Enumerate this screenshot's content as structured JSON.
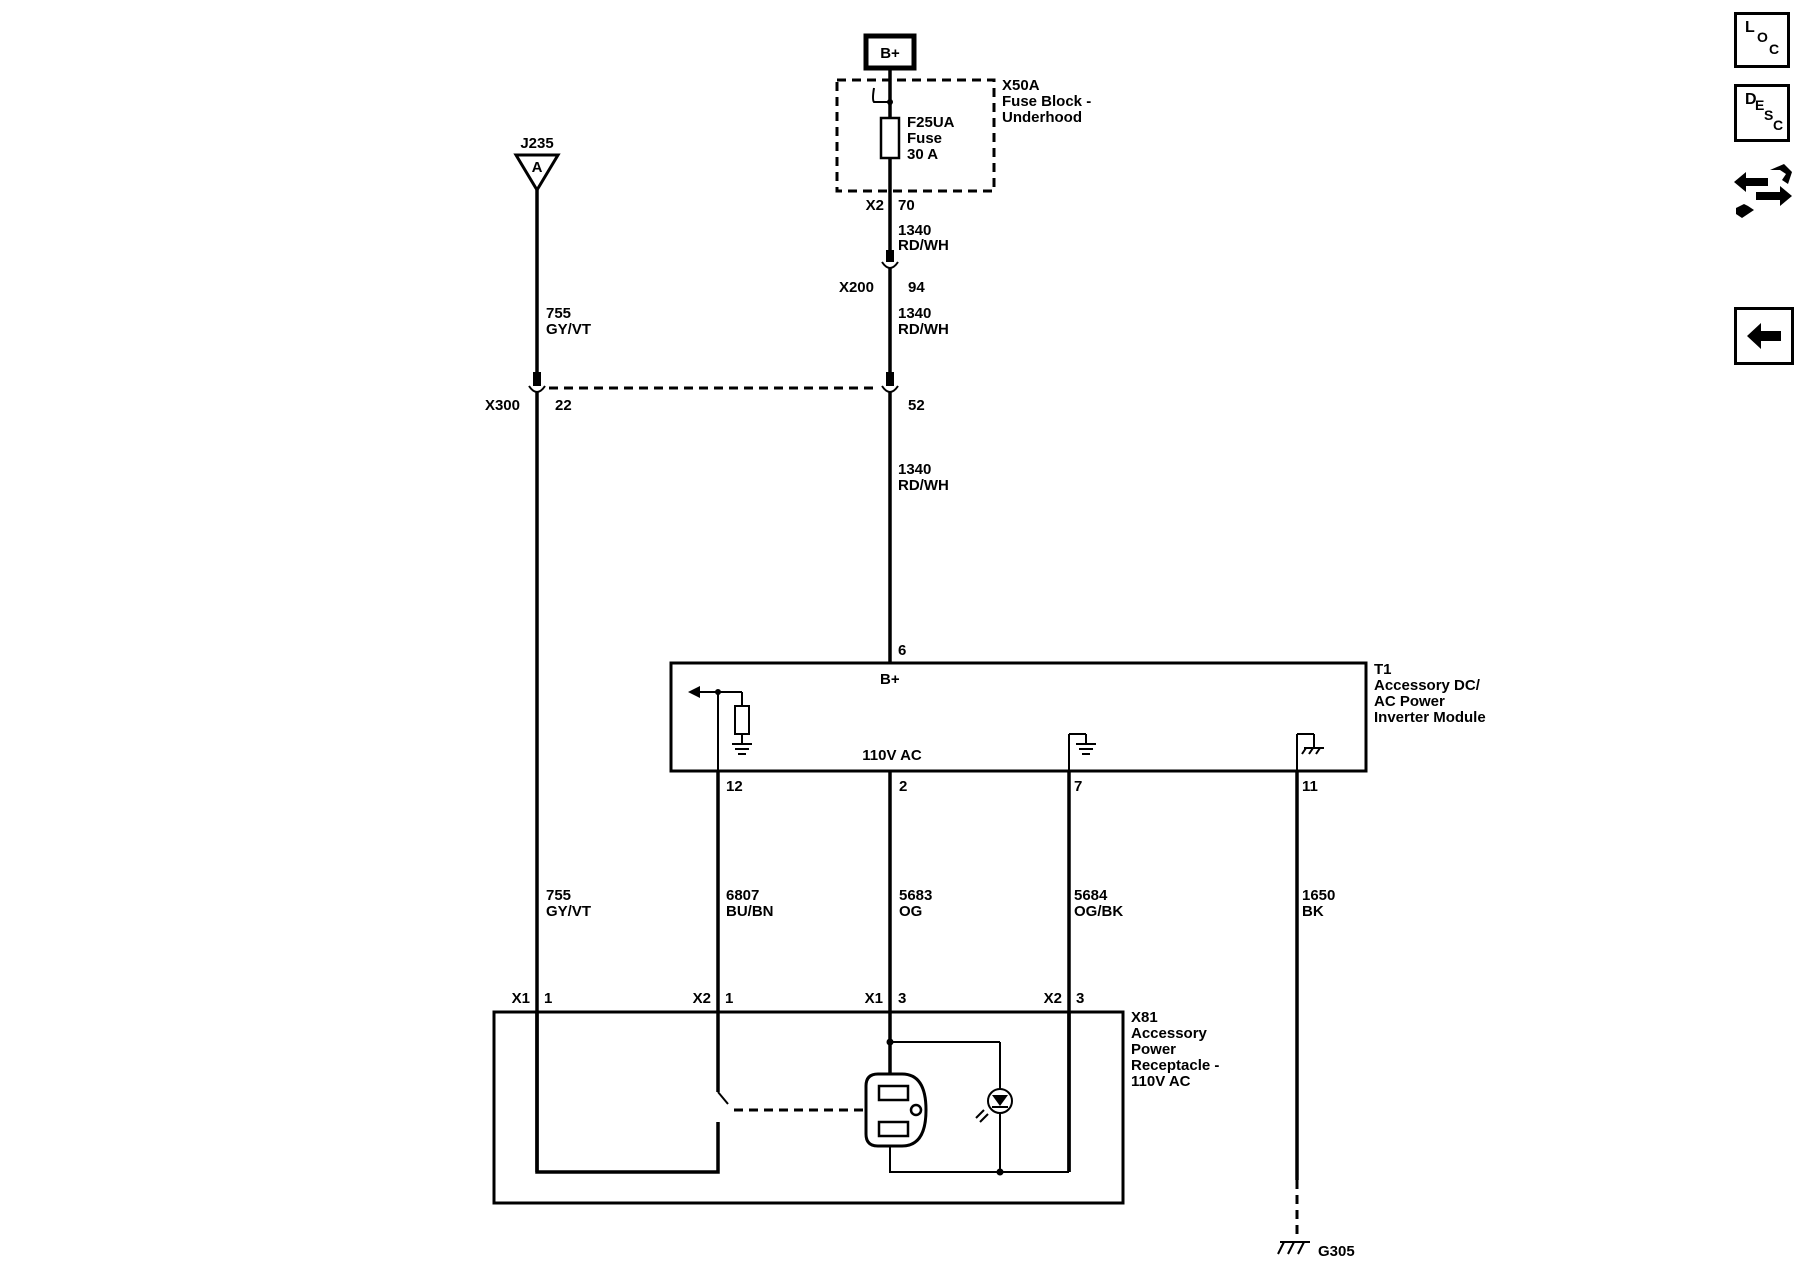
{
  "sidebar": {
    "loc_button": {
      "l1": "L",
      "l2": "O",
      "l3": "C"
    },
    "desc_button": {
      "l1": "D",
      "l2": "E",
      "l3": "S",
      "l4": "C"
    },
    "tool_icon": "wrench-arrows-icon",
    "back_icon": "arrow-left-icon"
  },
  "power": {
    "label": "B+"
  },
  "fuse_block": {
    "ref": "X50A",
    "name_line1": "Fuse Block -",
    "name_line2": "Underhood",
    "fuse_ref": "F25UA",
    "fuse_word": "Fuse",
    "fuse_rating": "30 A",
    "conn": "X2",
    "pin": "70"
  },
  "wire_1340_a": {
    "circuit": "1340",
    "color": "RD/WH"
  },
  "conn_x200": {
    "ref": "X200",
    "pin": "94"
  },
  "wire_1340_b": {
    "circuit": "1340",
    "color": "RD/WH"
  },
  "splice_j235": {
    "ref": "J235",
    "letter": "A"
  },
  "wire_755_a": {
    "circuit": "755",
    "color": "GY/VT"
  },
  "conn_x300": {
    "ref": "X300",
    "pin_left": "22",
    "pin_right": "52"
  },
  "wire_1340_c": {
    "circuit": "1340",
    "color": "RD/WH"
  },
  "module_t1": {
    "pin_bplus": "6",
    "bplus_label": "B+",
    "ref": "T1",
    "name_line1": "Accessory DC/",
    "name_line2": "AC Power",
    "name_line3": "Inverter Module",
    "inner_label": "110V AC",
    "pins": [
      "12",
      "2",
      "7",
      "11"
    ]
  },
  "lower_wires": [
    {
      "circuit": "755",
      "color": "GY/VT"
    },
    {
      "circuit": "6807",
      "color": "BU/BN"
    },
    {
      "circuit": "5683",
      "color": "OG"
    },
    {
      "circuit": "5684",
      "color": "OG/BK"
    },
    {
      "circuit": "1650",
      "color": "BK"
    }
  ],
  "receptacle_x81": {
    "conns": [
      {
        "conn": "X1",
        "pin": "1"
      },
      {
        "conn": "X2",
        "pin": "1"
      },
      {
        "conn": "X1",
        "pin": "3"
      },
      {
        "conn": "X2",
        "pin": "3"
      }
    ],
    "ref": "X81",
    "name_line1": "Accessory",
    "name_line2": "Power",
    "name_line3": "Receptacle -",
    "name_line4": "110V AC"
  },
  "ground_g305": {
    "ref": "G305"
  }
}
